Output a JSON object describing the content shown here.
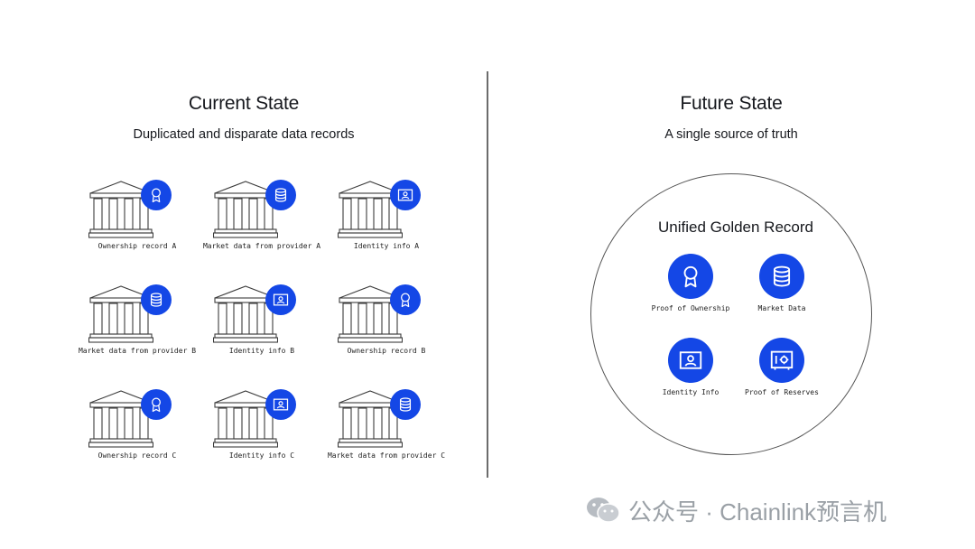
{
  "left": {
    "title": "Current State",
    "subtitle": "Duplicated and disparate data records",
    "records": [
      {
        "caption": "Ownership record A",
        "icon": "award-icon"
      },
      {
        "caption": "Market data from provider A",
        "icon": "database-icon"
      },
      {
        "caption": "Identity info A",
        "icon": "id-card-icon"
      },
      {
        "caption": "Market data from provider B",
        "icon": "database-icon"
      },
      {
        "caption": "Identity info B",
        "icon": "id-card-icon"
      },
      {
        "caption": "Ownership record B",
        "icon": "award-icon"
      },
      {
        "caption": "Ownership record C",
        "icon": "award-icon"
      },
      {
        "caption": "Identity info C",
        "icon": "id-card-icon"
      },
      {
        "caption": "Market data from provider C",
        "icon": "database-icon"
      }
    ]
  },
  "right": {
    "title": "Future State",
    "subtitle": "A single source of truth",
    "circle_title": "Unified Golden Record",
    "items": [
      {
        "caption": "Proof of Ownership",
        "icon": "award-icon"
      },
      {
        "caption": "Market Data",
        "icon": "database-icon"
      },
      {
        "caption": "Identity Info",
        "icon": "id-card-icon"
      },
      {
        "caption": "Proof of Reserves",
        "icon": "vault-icon"
      }
    ]
  },
  "watermark": {
    "text": "公众号 · Chainlink预言机",
    "icon": "wechat-icon"
  },
  "colors": {
    "accent": "#1447e6",
    "text": "#16181d",
    "divider": "#6c6c6c"
  }
}
